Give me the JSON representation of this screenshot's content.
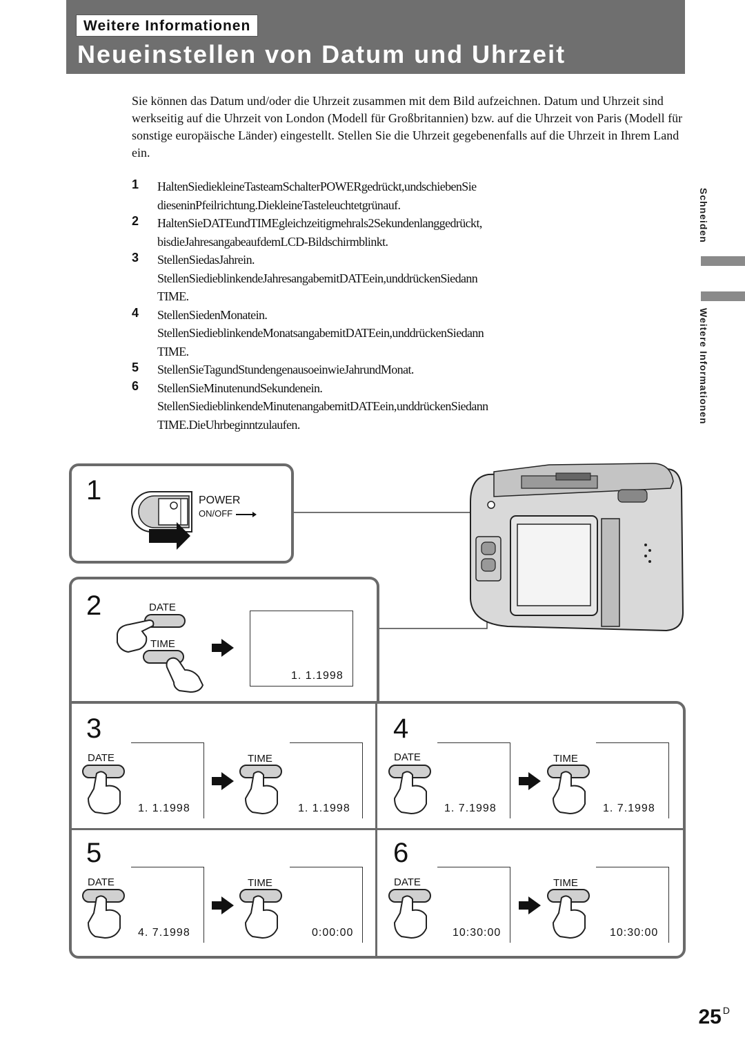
{
  "header": {
    "section_label": "Weitere Informationen",
    "title": "Neueinstellen von Datum und Uhrzeit"
  },
  "intro": "Sie können das Datum und/oder die Uhrzeit zusammen mit dem Bild aufzeichnen. Datum und Uhrzeit sind werkseitig auf die Uhrzeit von London (Modell für Großbritannien) bzw. auf die Uhrzeit von Paris (Modell für sonstige europäische Länder) eingestellt. Stellen Sie die Uhrzeit gegebenenfalls auf die Uhrzeit in Ihrem Land ein.",
  "steps": [
    {
      "num": "1",
      "lines": [
        "HaltenSiediekleineTasteamSchalterPOWERgedrückt,undschiebenSie",
        "dieseninPfeilrichtung.DiekleineTasteleuchtetgrünauf."
      ]
    },
    {
      "num": "2",
      "lines": [
        "HaltenSieDATEundTIMEgleichzeitigmehrals2Sekundenlanggedrückt,",
        "bisdieJahresangabeaufdemLCD-Bildschirmblinkt."
      ]
    },
    {
      "num": "3",
      "lines": [
        "StellenSiedasJahrein.",
        "StellenSiedieblinkendeJahresangabemitDATEein,unddrückenSiedann",
        "TIME."
      ]
    },
    {
      "num": "4",
      "lines": [
        "StellenSiedenMonatein.",
        "StellenSiedieblinkendeMonatsangabemitDATEein,unddrückenSiedann",
        "TIME."
      ]
    },
    {
      "num": "5",
      "lines": [
        "StellenSieTagundStundengenausoeinwieJahrundMonat."
      ]
    },
    {
      "num": "6",
      "lines": [
        "StellenSieMinutenundSekundenein.",
        "StellenSiedieblinkendeMinutenangabemitDATEein,unddrückenSiedann",
        "TIME.DieUhrbeginntzulaufen."
      ]
    }
  ],
  "side_tabs": {
    "first": "Schneiden",
    "second": "Weitere Informationen"
  },
  "figure": {
    "panel1": {
      "num": "1",
      "power_label": "POWER",
      "onoff_label": "ON/OFF"
    },
    "panel2": {
      "num": "2",
      "date_label": "DATE",
      "time_label": "TIME",
      "display": "1.  1.1998"
    },
    "panel3": {
      "num": "3",
      "date_label": "DATE",
      "time_label": "TIME",
      "display_a": "1.   1.1998",
      "display_b": "1.   1.1998"
    },
    "panel4": {
      "num": "4",
      "date_label": "DATE",
      "time_label": "TIME",
      "display_a": "1.   7.1998",
      "display_b": "1.   7.1998"
    },
    "panel5": {
      "num": "5",
      "date_label": "DATE",
      "time_label": "TIME",
      "display_a": "4.   7.1998",
      "display_b": "0:00:00"
    },
    "panel6": {
      "num": "6",
      "date_label": "DATE",
      "time_label": "TIME",
      "display_a": "10:30:00",
      "display_b": "10:30:00"
    }
  },
  "page_number": {
    "num": "25",
    "suffix": "D"
  }
}
